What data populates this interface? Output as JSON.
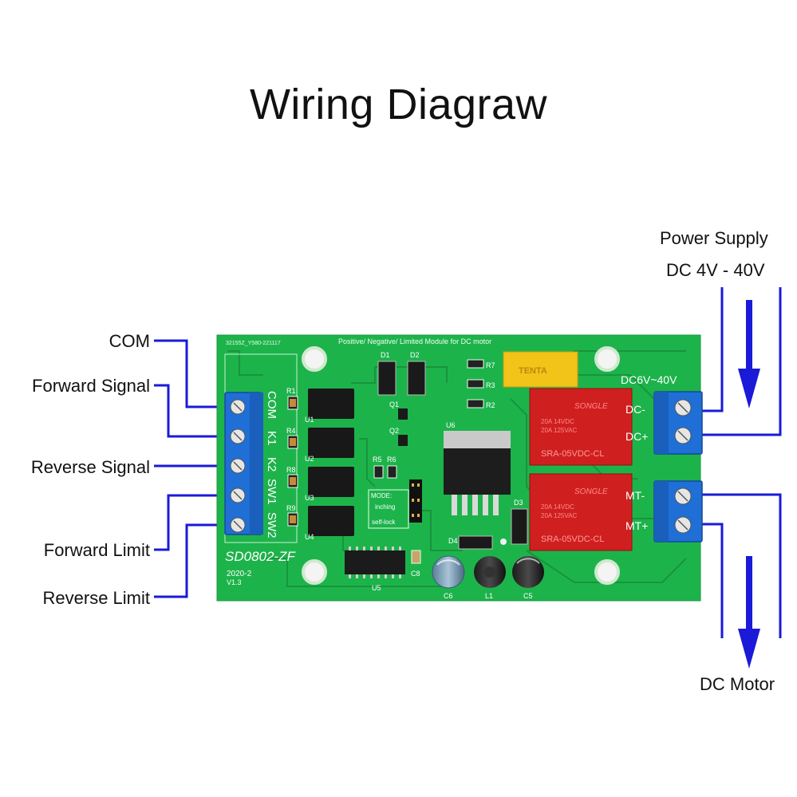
{
  "title": "Wiring Diagraw",
  "left_labels": {
    "com": "COM",
    "forward_signal": "Forward Signal",
    "reverse_signal": "Reverse Signal",
    "forward_limit": "Forward Limit",
    "reverse_limit": "Reverse Limit"
  },
  "right_labels": {
    "power_supply": "Power Supply",
    "voltage": "DC 4V - 40V",
    "motor": "DC Motor"
  },
  "board": {
    "serial": "32155Z_Y580-221117",
    "header": "Positive/ Negative/ Limited  Module  for DC motor",
    "voltage_marking": "DC6V~40V",
    "model": "SD0802-ZF",
    "date": "2020-2",
    "version": "V1.3",
    "input_pins": [
      "COM",
      "K1",
      "K2",
      "SW1",
      "SW2"
    ],
    "power_pins": [
      "DC-",
      "DC+"
    ],
    "motor_pins": [
      "MT-",
      "MT+"
    ],
    "mode_label": "MODE:",
    "mode_options": [
      "inching",
      "self-lock"
    ],
    "relay_brand": "SONGLE",
    "relay_model": "SRA-05VDC-CL",
    "relay_rating_1": "20A 14VDC",
    "relay_rating_2": "20A 125VAC",
    "fuse_brand": "TENTA",
    "designators": {
      "d1": "D1",
      "d2": "D2",
      "d3": "D3",
      "d4": "D4",
      "r1": "R1",
      "r2": "R2",
      "r3": "R3",
      "r4": "R4",
      "r5": "R5",
      "r6": "R6",
      "r7": "R7",
      "r8": "R8",
      "r9": "R9",
      "q1": "Q1",
      "q2": "Q2",
      "u1": "U1",
      "u2": "U2",
      "u3": "U3",
      "u4": "U4",
      "u5": "U5",
      "u6": "U6",
      "c5": "C5",
      "c6": "C6",
      "c8": "C8",
      "l1": "L1"
    }
  },
  "colors": {
    "pcb": "#1db34b",
    "trace": "#178d3a",
    "terminal": "#1f6fd6",
    "wire": "#1a1ad8",
    "fuse": "#f2c318",
    "relay": "#d01f1f"
  }
}
